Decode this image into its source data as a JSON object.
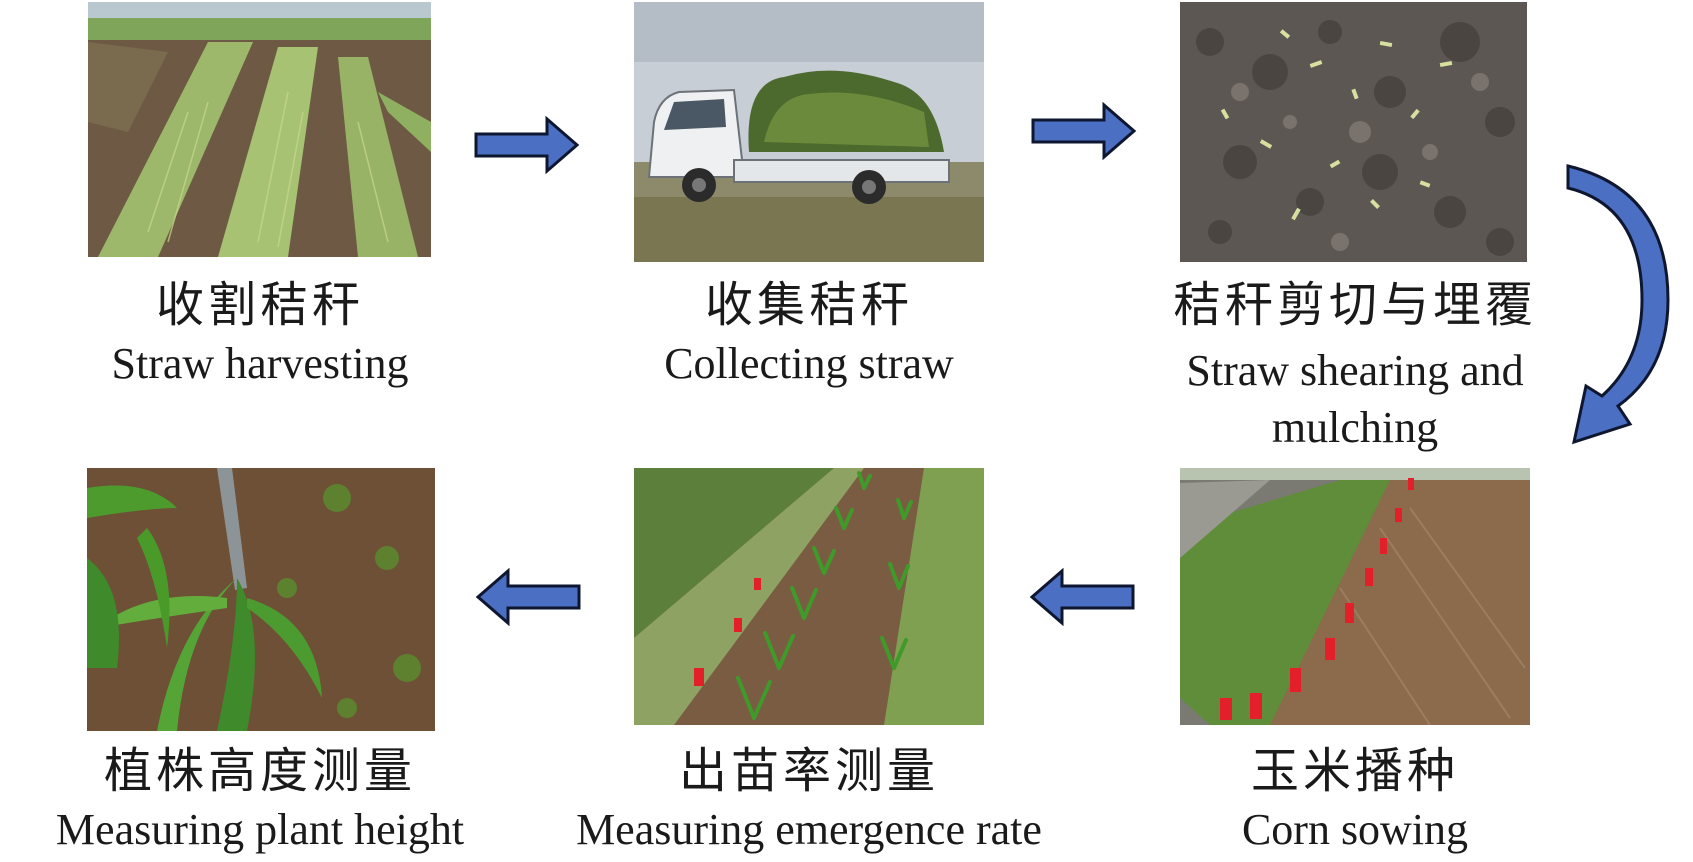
{
  "colors": {
    "arrow_fill": "#4a6fc3",
    "arrow_stroke": "#0f1730",
    "soil": "#6b5138",
    "straw": "#a8c06a",
    "sky": "#c9cfd6",
    "crop": "#3f8a2a",
    "marker": "#e3202a"
  },
  "steps": [
    {
      "zh": "收割秸秆",
      "en": "Straw harvesting",
      "photo": "field-with-cut-straw-rows"
    },
    {
      "zh": "收集秸秆",
      "en": "Collecting straw",
      "photo": "truck-loaded-with-straw"
    },
    {
      "zh": "秸秆剪切与埋覆",
      "en": "Straw shearing and mulching",
      "photo": "chopped-straw-on-soil"
    },
    {
      "zh": "玉米播种",
      "en": "Corn sowing",
      "photo": "sown-rows-with-red-markers"
    },
    {
      "zh": "出苗率测量",
      "en": "Measuring emergence rate",
      "photo": "corn-seedlings-with-markers"
    },
    {
      "zh": "植株高度测量",
      "en": "Measuring plant height",
      "photo": "corn-plant-with-measuring-stick"
    }
  ],
  "arrows": [
    {
      "from": "straw-harvesting",
      "to": "collecting-straw",
      "direction": "right"
    },
    {
      "from": "collecting-straw",
      "to": "straw-shearing-and-mulching",
      "direction": "right"
    },
    {
      "from": "straw-shearing-and-mulching",
      "to": "corn-sowing",
      "direction": "curved-down"
    },
    {
      "from": "corn-sowing",
      "to": "measuring-emergence-rate",
      "direction": "left"
    },
    {
      "from": "measuring-emergence-rate",
      "to": "measuring-plant-height",
      "direction": "left"
    }
  ]
}
